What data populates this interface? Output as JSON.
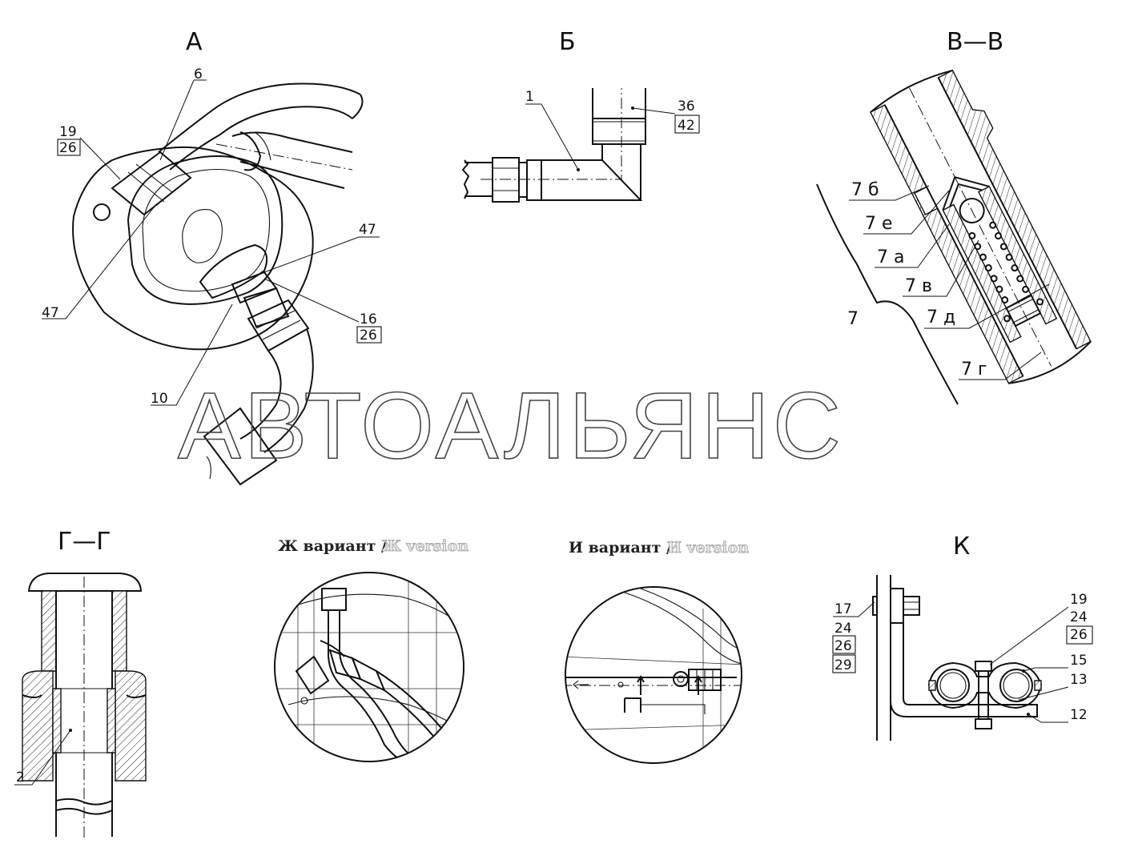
{
  "views": {
    "a": "А",
    "b": "Б",
    "vv": "В—В",
    "gg": "Г—Г",
    "k": "К"
  },
  "variants": {
    "zh_ru": "Ж вариант /",
    "zh_en": "Ж version",
    "i_ru": "И вариант /",
    "i_en": "И version"
  },
  "watermark": "АВТОАЛЬЯНС",
  "callouts_a": {
    "c6": "6",
    "c19": "19",
    "c26a": "26",
    "c47a": "47",
    "c47b": "47",
    "c16": "16",
    "c26b": "26",
    "c10": "10"
  },
  "callouts_b": {
    "c1": "1",
    "c36": "36",
    "c42": "42"
  },
  "callouts_vv": {
    "c7b": "7 б",
    "c7e": "7 е",
    "c7a": "7 а",
    "c7v": "7 в",
    "c7d": "7 д",
    "c7g": "7 г",
    "c7": "7"
  },
  "callouts_gg": {
    "c2": "2"
  },
  "callouts_k": {
    "c17": "17",
    "c24a": "24",
    "c26a": "26",
    "c29": "29",
    "c19": "19",
    "c24b": "24",
    "c26b": "26",
    "c15": "15",
    "c13": "13",
    "c12": "12"
  }
}
